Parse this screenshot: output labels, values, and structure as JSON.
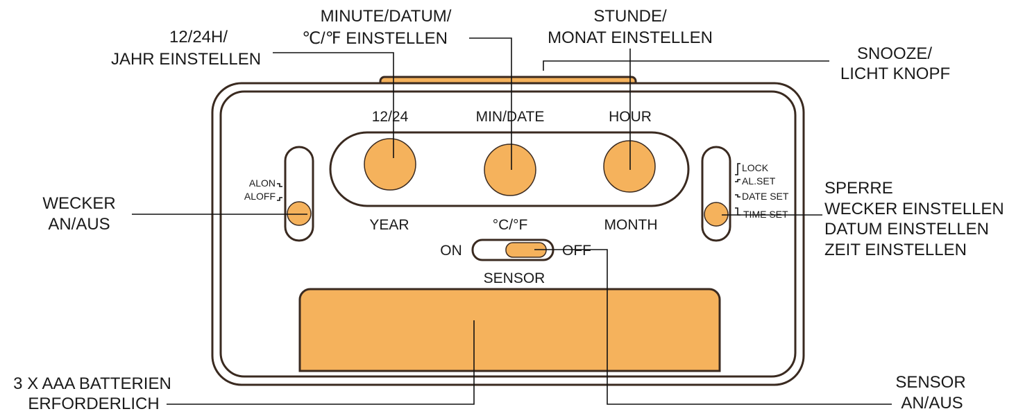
{
  "colors": {
    "outline": "#3a2a20",
    "accent": "#f5b25c"
  },
  "device": {
    "btn_labels_top": [
      "12/24",
      "MIN/DATE",
      "HOUR"
    ],
    "btn_labels_bottom": [
      "YEAR",
      "°C/°F",
      "MONTH"
    ],
    "left_switch": [
      "ALON",
      "ALOFF"
    ],
    "right_switch": [
      "LOCK",
      "AL.SET",
      "DATE SET",
      "TIME SET"
    ],
    "sensor": {
      "on": "ON",
      "off": "OFF",
      "label": "SENSOR"
    }
  },
  "callouts": {
    "year": [
      "12/24H/",
      "JAHR EINSTELLEN"
    ],
    "minute": [
      "MINUTE/DATUM/",
      "℃/℉ EINSTELLEN"
    ],
    "hour": [
      "STUNDE/",
      "MONAT EINSTELLEN"
    ],
    "snooze": [
      "SNOOZE/",
      "LICHT KNOPF"
    ],
    "alarm": [
      "WECKER",
      "AN/AUS"
    ],
    "mode": [
      "SPERRE",
      "WECKER EINSTELLEN",
      "DATUM EINSTELLEN",
      "ZEIT EINSTELLEN"
    ],
    "battery": [
      "3 X AAA BATTERIEN",
      "ERFORDERLICH"
    ],
    "sensor": [
      "SENSOR",
      "AN/AUS"
    ]
  }
}
